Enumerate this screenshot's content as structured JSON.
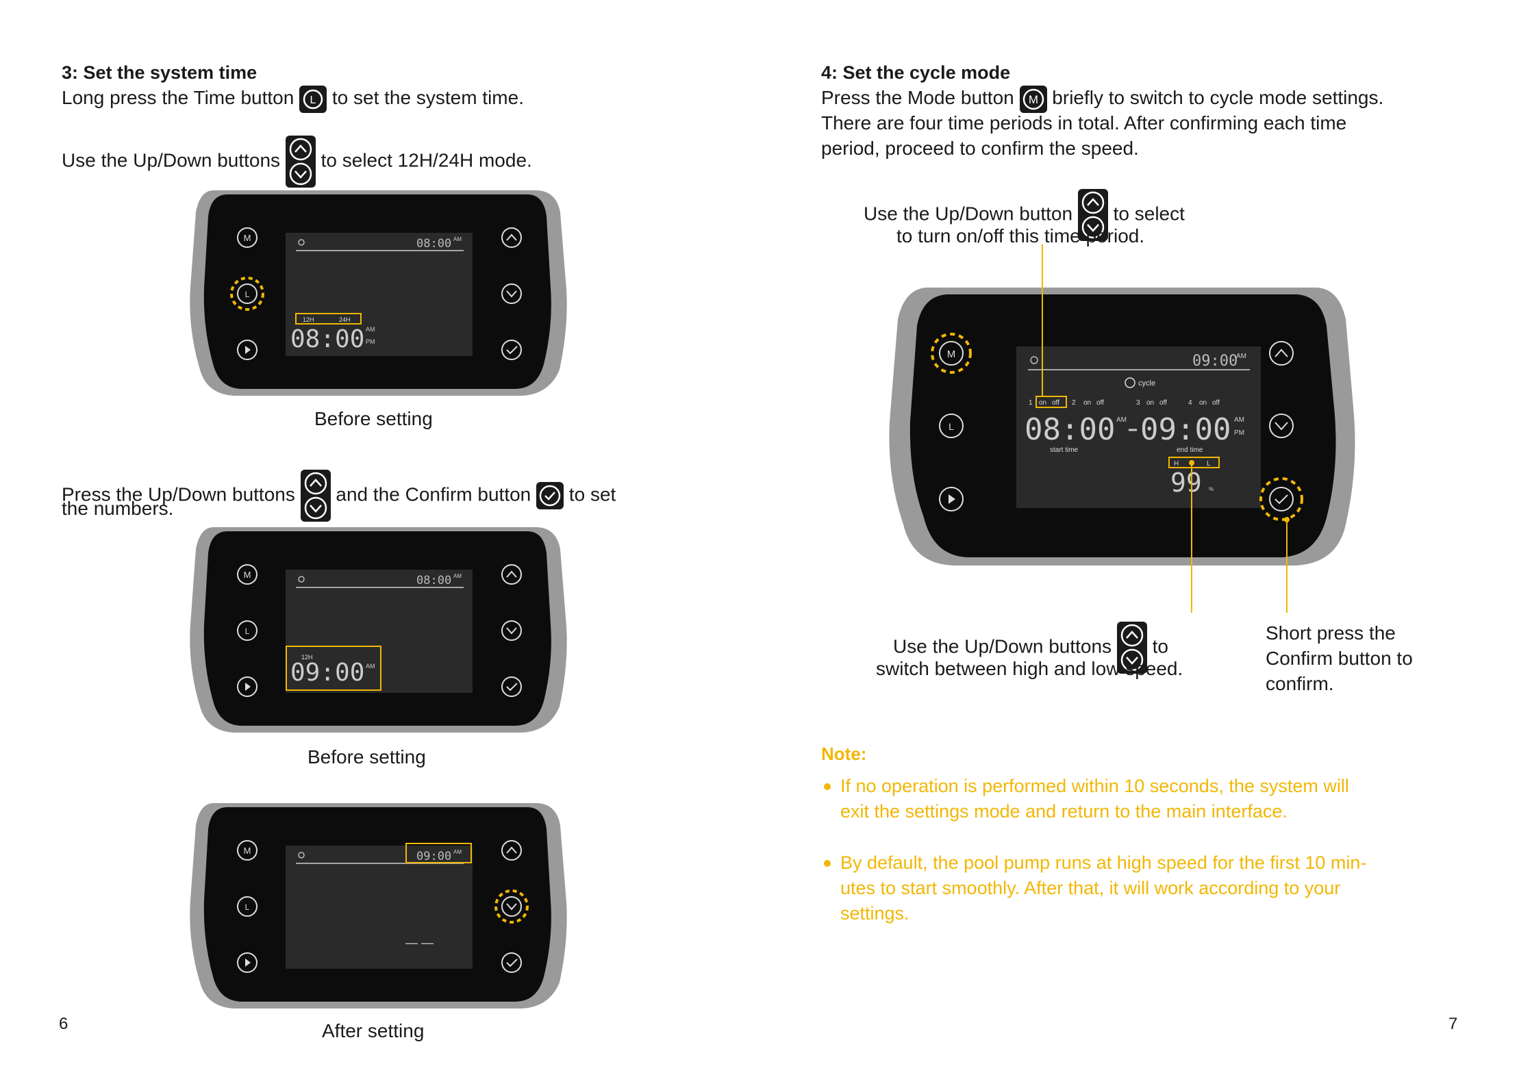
{
  "left": {
    "heading": "3: Set the system time",
    "line1_a": "Long press the Time button",
    "line1_b": "to set the system time.",
    "line2_a": "Use the Up/Down buttons",
    "line2_b": "to select 12H/24H mode.",
    "line3_a": "Press the Up/Down buttons",
    "line3_b": "and the Confirm button",
    "line3_c": "to set",
    "line3_d": "the numbers.",
    "caption1": "Before setting",
    "caption2": "Before setting",
    "caption3": "After setting",
    "page_number": "6",
    "device1": {
      "top_time": "08:00",
      "top_ampm": "AM",
      "opt1": "12H",
      "opt2": "24H",
      "big_time": "08:00",
      "am": "AM",
      "pm": "PM"
    },
    "device2": {
      "top_time": "08:00",
      "top_ampm": "AM",
      "label": "12H",
      "big_time": "09:00",
      "am": "AM"
    },
    "device3": {
      "top_time": "09:00",
      "top_ampm": "AM",
      "dashes": "— —"
    }
  },
  "right": {
    "heading": "4: Set the cycle mode",
    "line1_a": "Press the Mode button",
    "line1_b": "briefly to switch to cycle mode settings.",
    "line2": "There are four time periods in total. After confirming each time",
    "line3": "period, proceed to confirm the speed.",
    "callout1_a": "Use the Up/Down button",
    "callout1_b": "to select",
    "callout1_c": "to turn on/off this time period.",
    "callout2_a": "Use the Up/Down buttons",
    "callout2_b": "to",
    "callout2_c": "switch between high and low speed.",
    "callout3_a": "Short press the",
    "callout3_b": "Confirm button to",
    "callout3_c": "confirm.",
    "note_title": "Note:",
    "note1_a": "If no operation is performed within 10 seconds, the system will",
    "note1_b": "exit the settings mode and return to the main interface.",
    "note2_a": "By default, the pool pump runs at high speed for the first 10 min-",
    "note2_b": "utes to start smoothly. After that, it will work according to your",
    "note2_c": "settings.",
    "page_number": "7",
    "device": {
      "top_time": "09:00",
      "top_ampm": "AM",
      "cycle_label": "cycle",
      "p1": "1",
      "p2": "2",
      "p3": "3",
      "p4": "4",
      "on": "on",
      "off": "off",
      "start_time": "08:00",
      "end_time": "09:00",
      "am": "AM",
      "pm": "PM",
      "start_label": "start time",
      "end_label": "end time",
      "speed_h": "H",
      "speed_l": "L",
      "speed_value": "99",
      "percent": "%"
    }
  },
  "colors": {
    "accent": "#f2b705",
    "text": "#1a1a1a",
    "device_body": "#0c0c0c",
    "screen": "#2a2a2a"
  }
}
